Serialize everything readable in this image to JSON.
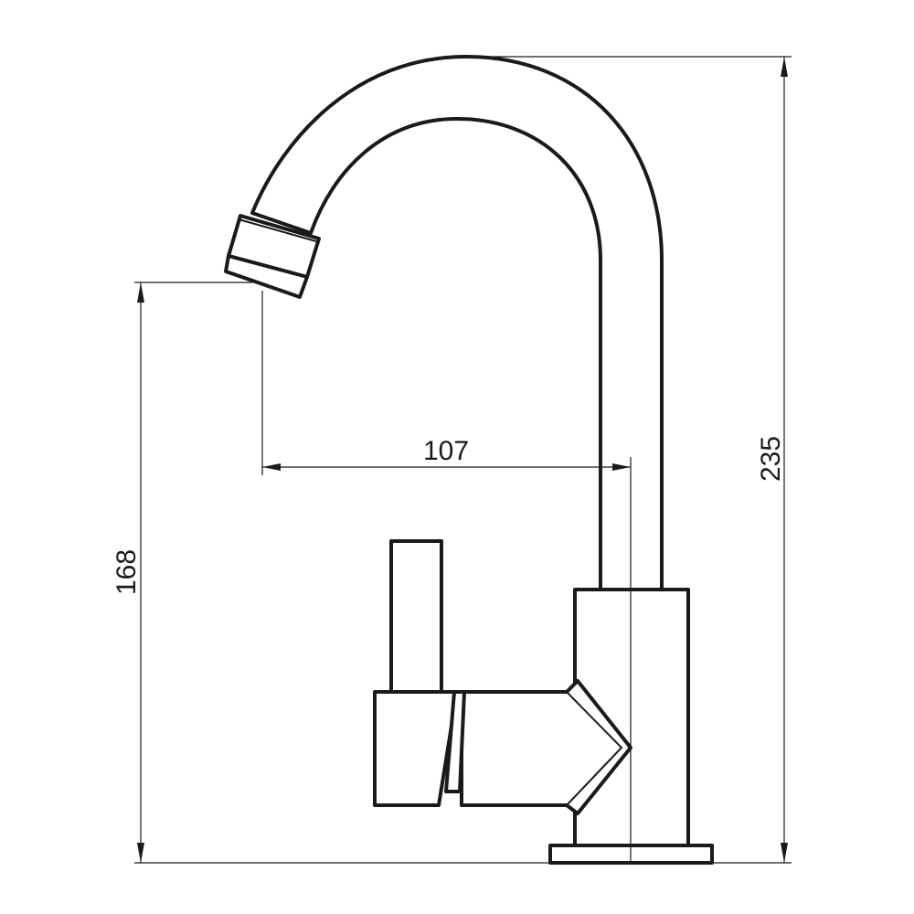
{
  "dimensions": {
    "spout_reach": "107",
    "spout_height": "168",
    "total_height": "235"
  },
  "colors": {
    "line": "#1a1a1a",
    "background": "#ffffff"
  }
}
